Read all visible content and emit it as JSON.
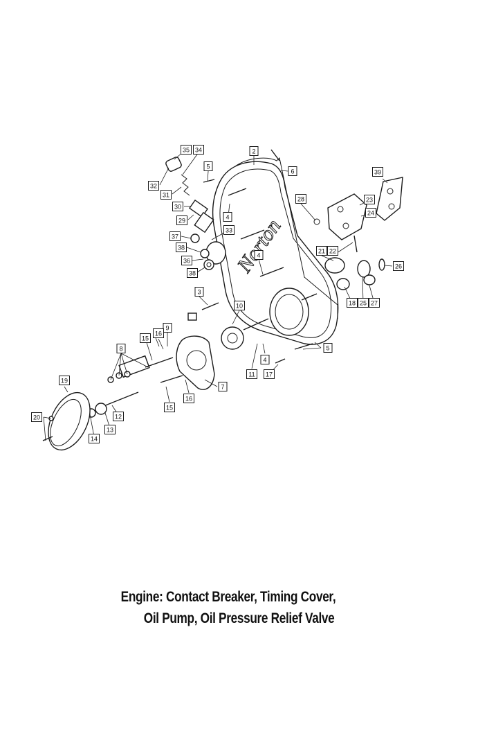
{
  "caption": {
    "line1": "Engine: Contact Breaker, Timing Cover,",
    "line2": "Oil Pump, Oil Pressure Relief Valve"
  },
  "cover_lettering": "Norton",
  "callouts": [
    "2",
    "3",
    "4",
    "4",
    "4",
    "5",
    "5",
    "6",
    "7",
    "8",
    "9",
    "10",
    "11",
    "12",
    "13",
    "14",
    "15",
    "15",
    "16",
    "16",
    "17",
    "18",
    "19",
    "20",
    "21",
    "22",
    "23",
    "24",
    "25",
    "26",
    "27",
    "28",
    "29",
    "30",
    "31",
    "32",
    "33",
    "34",
    "35",
    "36",
    "37",
    "38",
    "38",
    "39"
  ]
}
